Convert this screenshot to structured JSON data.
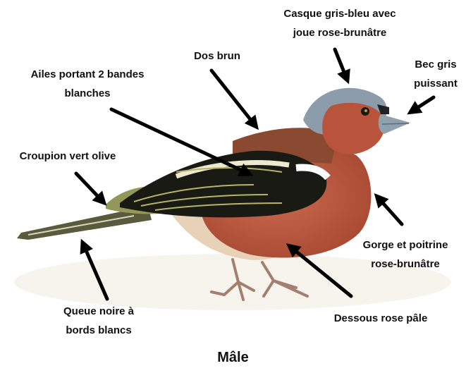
{
  "labels": {
    "casque": [
      "Casque gris-bleu avec",
      "joue rose-brunâtre"
    ],
    "dos": "Dos brun",
    "bec": [
      "Bec gris",
      "puissant"
    ],
    "ailes": [
      "Ailes portant 2 bandes",
      "blanches"
    ],
    "croupion": "Croupion vert olive",
    "gorge": [
      "Gorge et poitrine",
      "rose-brunâtre"
    ],
    "queue": [
      "Queue noire à",
      "bords blancs"
    ],
    "dessous": "Dessous rose pâle"
  },
  "caption": "Mâle",
  "colors": {
    "head_cap": "#8c9cab",
    "cheek_breast": "#b8543c",
    "back": "#8a4a32",
    "wing_black": "#1a1a14",
    "wing_bar": "#ece9cf",
    "rump": "#93985a",
    "belly": "#e7d2b8",
    "beak": "#8ea1ac",
    "legs": "#a27f6e",
    "text": "#111111"
  },
  "icons": [
    "arrow-icon"
  ]
}
